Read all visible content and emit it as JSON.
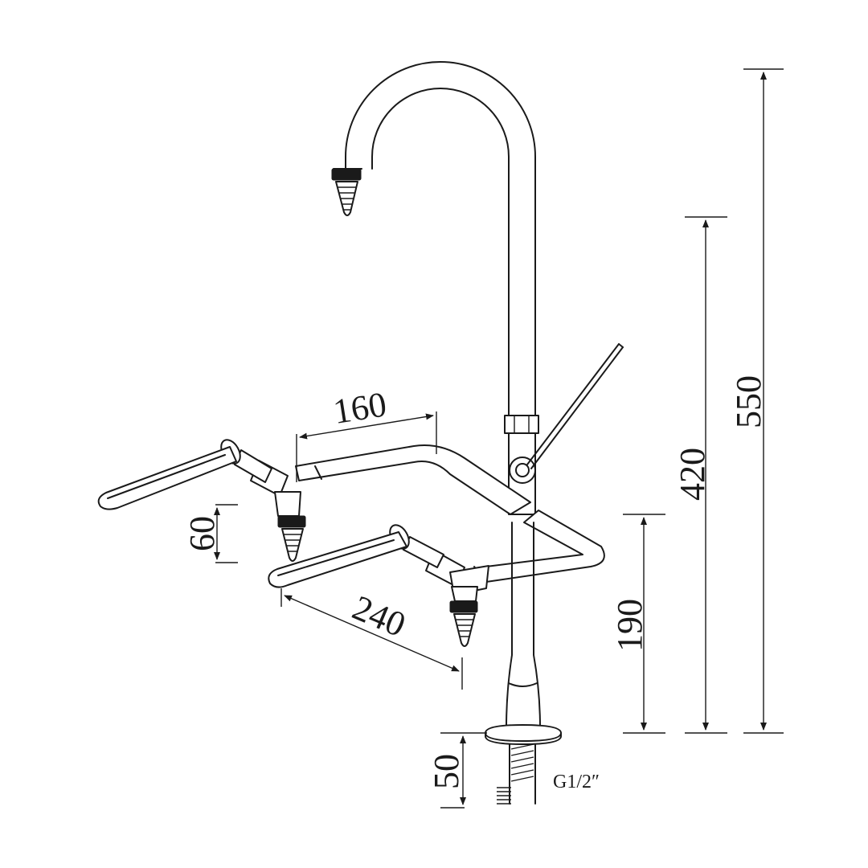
{
  "dimensions": {
    "total_height": "550",
    "gooseneck_height": "420",
    "branch_height": "190",
    "nozzle_drop": "60",
    "base_length": "50",
    "branch_rear_length": "160",
    "branch_front_length": "240"
  },
  "thread_label": "G1/2″",
  "colors": {
    "line": "#1a1a1a",
    "background": "#ffffff"
  }
}
